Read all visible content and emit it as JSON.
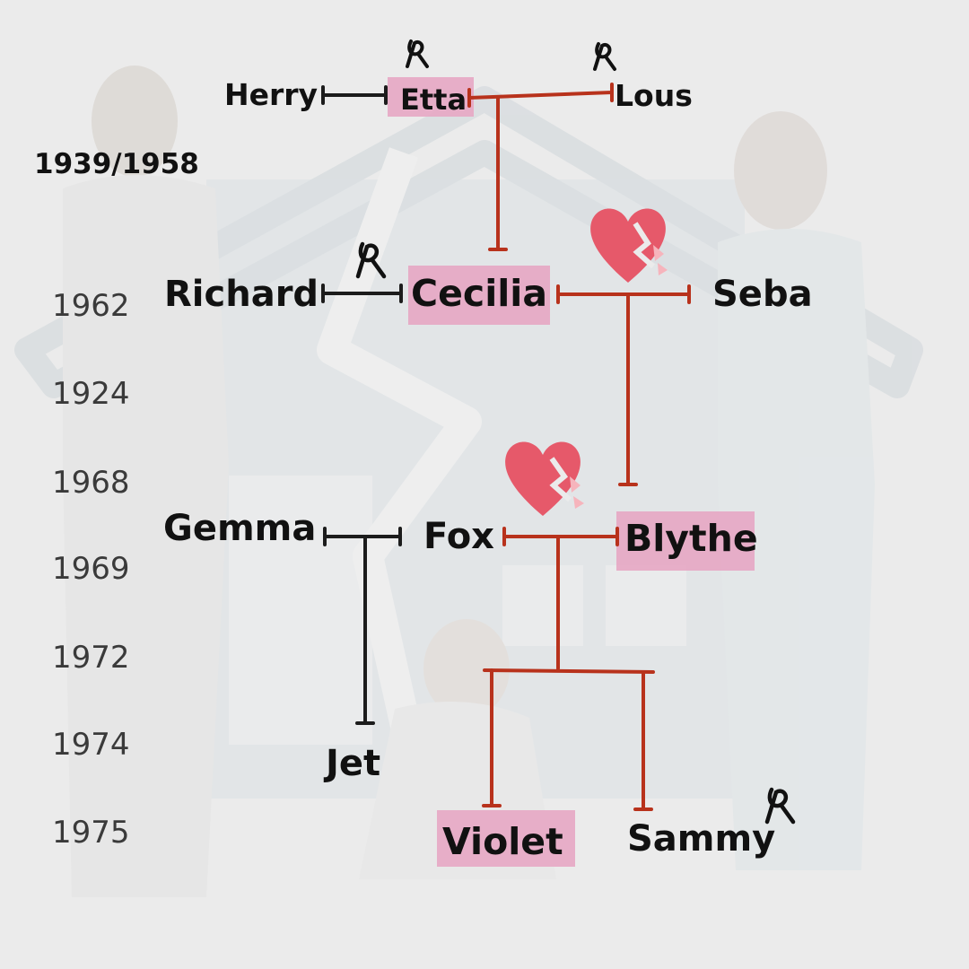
{
  "year_range": "1939/1958",
  "timeline_years": [
    "1962",
    "1924",
    "1968",
    "1969",
    "1972",
    "1974",
    "1975"
  ],
  "people": {
    "herry": "Herry",
    "etta": "Etta",
    "lous": "Lous",
    "richard": "Richard",
    "cecilia": "Cecilia",
    "seba": "Seba",
    "gemma": "Gemma",
    "fox": "Fox",
    "blythe": "Blythe",
    "jet": "Jet",
    "violet": "Violet",
    "sammy": "Sammy"
  },
  "highlighted": [
    "Etta",
    "Cecilia",
    "Blythe",
    "Violet"
  ],
  "deceased": [
    "Etta",
    "Lous",
    "Richard",
    "Sammy"
  ],
  "broken_relationships": [
    "Cecilia–Seba",
    "Fox–Blythe"
  ],
  "colors": {
    "relationship_line": "#b8321c",
    "other_line": "#1c1c1c",
    "highlight": "#e6a8c4",
    "broken_heart": "#e6596a",
    "background": "#ebebeb"
  },
  "icons": [
    "mourning-ribbon-icon",
    "broken-heart-icon"
  ]
}
